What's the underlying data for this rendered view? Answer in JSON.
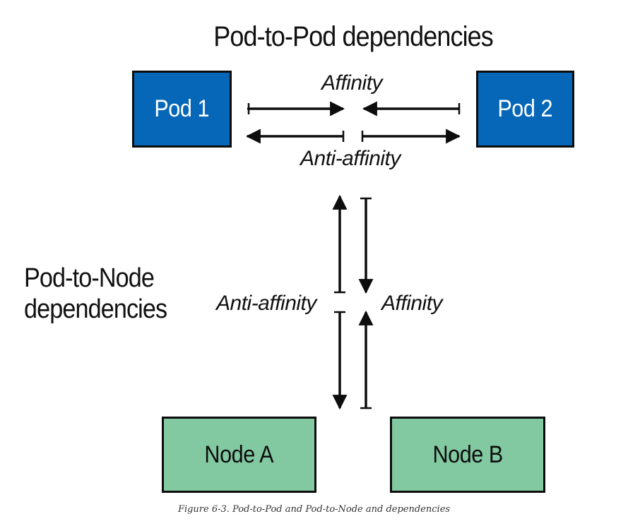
{
  "pod_to_pod": {
    "title": "Pod-to-Pod dependencies",
    "pod1": "Pod 1",
    "pod2": "Pod 2",
    "affinity_label": "Affinity",
    "anti_affinity_label": "Anti-affinity"
  },
  "pod_to_node": {
    "title_line1": "Pod-to-Node",
    "title_line2": "dependencies",
    "anti_affinity_label": "Anti-affinity",
    "affinity_label": "Affinity",
    "node_a": "Node A",
    "node_b": "Node B"
  },
  "caption": "Figure 6-3. Pod-to-Pod and Pod-to-Node and dependencies",
  "colors": {
    "pod_fill": "#0667b9",
    "node_fill": "#82c9a2",
    "stroke": "#0d0d0d"
  }
}
